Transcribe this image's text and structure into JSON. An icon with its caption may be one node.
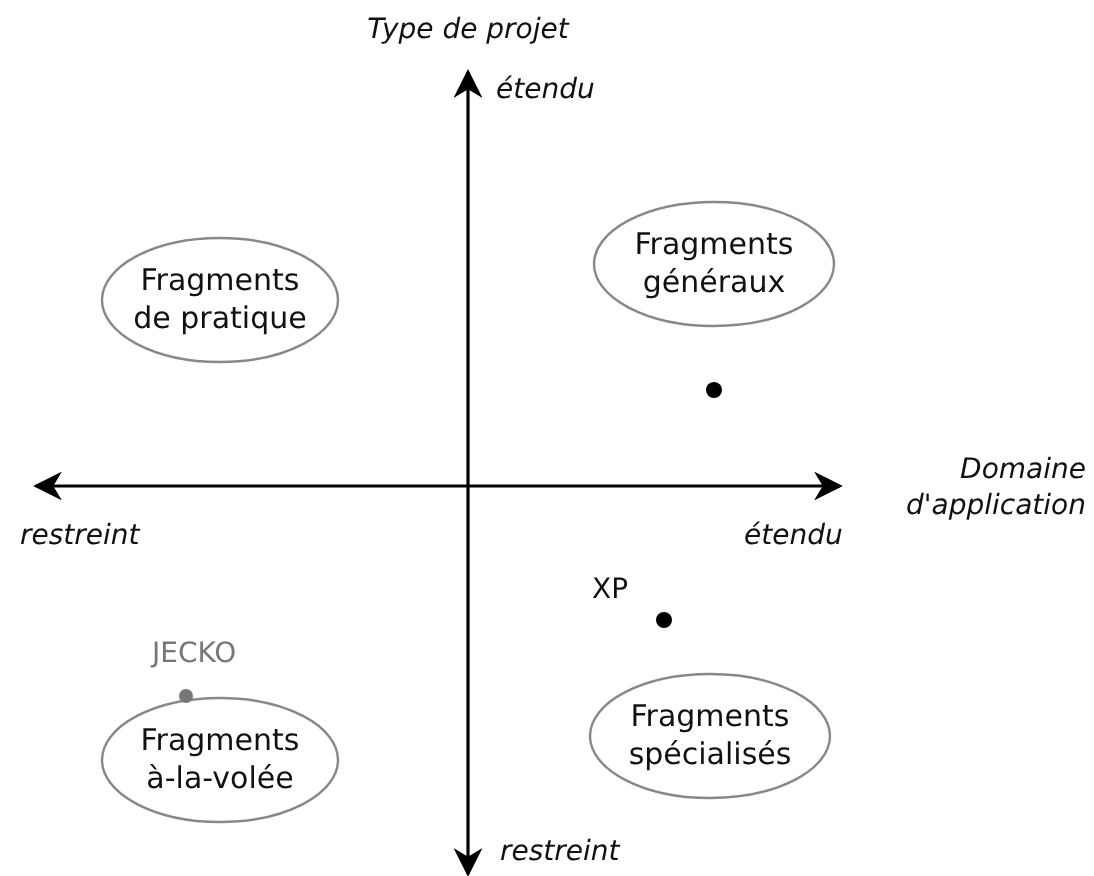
{
  "diagram": {
    "nodes": [
      {
        "text": [
          "Fragments généraux"
        ]
      },
      {
        "text": [
          "Fragments de pratique"
        ]
      },
      {
        "text": [
          "Fragments spécialisés"
        ]
      },
      {
        "text": [
          "Fragments à-la-volée"
        ]
      }
    ],
    "labels": [
      "Type de projet",
      "étendu",
      "Domaine d'application",
      "restreint",
      "étendu",
      "XP",
      "JECKO",
      "restreint"
    ]
  }
}
